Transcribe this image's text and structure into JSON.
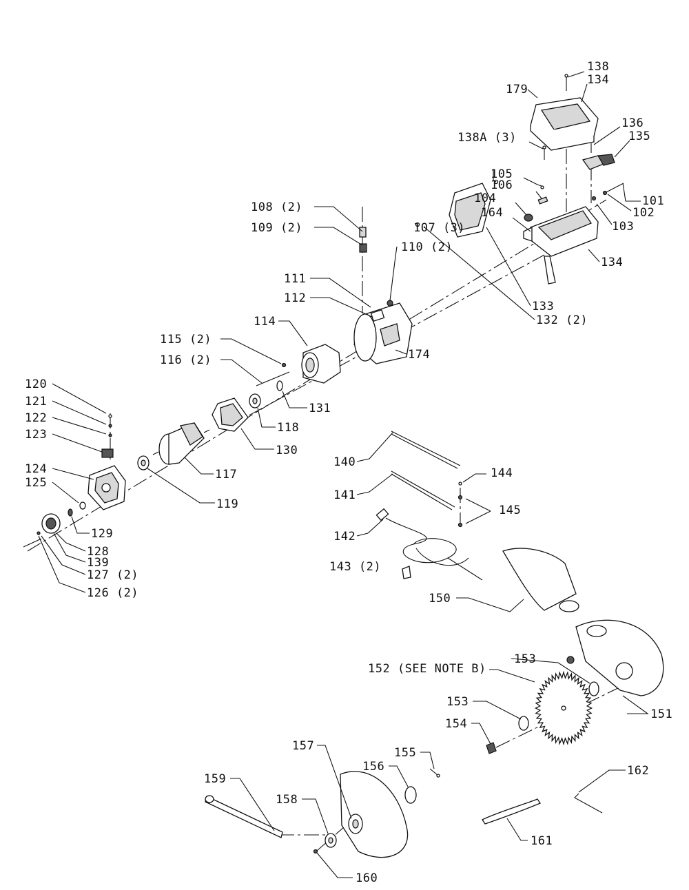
{
  "labels": {
    "p101": "101",
    "p102": "102",
    "p103": "103",
    "p104": "104",
    "p105": "105",
    "p106": "106",
    "p107": "107 (3)",
    "p108": "108 (2)",
    "p109": "109 (2)",
    "p110": "110 (2)",
    "p111": "111",
    "p112": "112",
    "p114": "114",
    "p115": "115 (2)",
    "p116": "116 (2)",
    "p117": "117",
    "p118": "118",
    "p119": "119",
    "p120": "120",
    "p121": "121",
    "p122": "122",
    "p123": "123",
    "p124": "124",
    "p125": "125",
    "p126": "126 (2)",
    "p127": "127 (2)",
    "p128": "128",
    "p129": "129",
    "p130": "130",
    "p131": "131",
    "p132": "132 (2)",
    "p133": "133",
    "p134a": "134",
    "p134b": "134",
    "p135": "135",
    "p136": "136",
    "p138": "138",
    "p138a": "138A (3)",
    "p139": "139",
    "p140": "140",
    "p141": "141",
    "p142": "142",
    "p143": "143 (2)",
    "p144": "144",
    "p145": "145",
    "p150": "150",
    "p151": "151",
    "p152": "152 (SEE NOTE B)",
    "p153a": "153",
    "p153b": "153",
    "p154": "154",
    "p155": "155",
    "p156": "156",
    "p157": "157",
    "p158": "158",
    "p159": "159",
    "p160": "160",
    "p161": "161",
    "p162": "162",
    "p164": "164",
    "p174": "174",
    "p179": "179"
  }
}
